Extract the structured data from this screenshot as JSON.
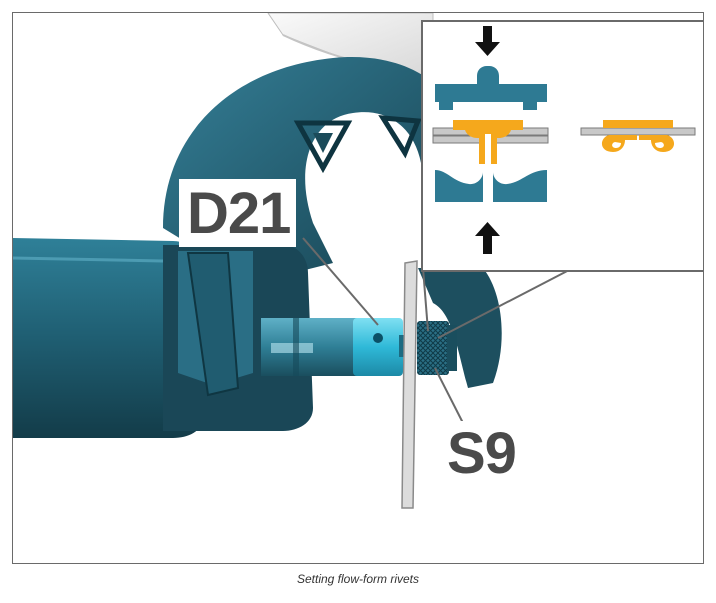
{
  "figure": {
    "labels": {
      "d21": "D21",
      "s9": "S9"
    },
    "caption": "Setting flow-form rivets",
    "icons": [
      "tool-photo",
      "rivet-diagram",
      "down-arrow-icon",
      "up-arrow-icon"
    ],
    "colors": {
      "tool_blue": "#2e7a93",
      "tool_dark": "#1b4553",
      "rivet_yellow": "#f5a81c",
      "sheet_gray": "#b9b9b9",
      "label_text": "#4a4a4a",
      "frame": "#6a6a6a"
    }
  }
}
